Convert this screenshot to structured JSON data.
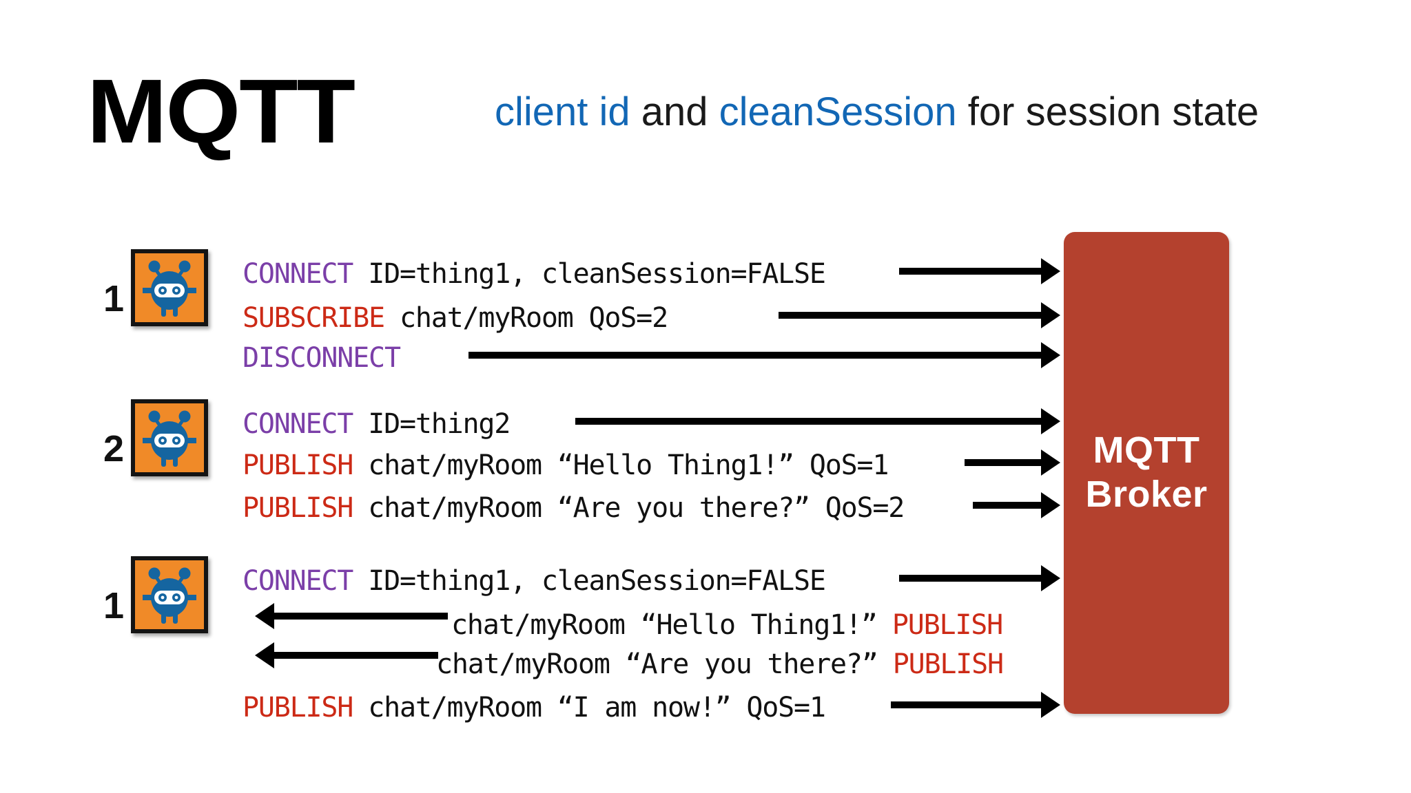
{
  "slide": {
    "title": "MQTT",
    "subtitle": {
      "part1": "client id",
      "part2": " and ",
      "part3": "cleanSession",
      "part4": " for session state"
    }
  },
  "broker": {
    "line1": "MQTT",
    "line2": "Broker",
    "color": "#B4412E"
  },
  "colors": {
    "connect": "#7B3FA8",
    "publish": "#CC2A16",
    "subscribe": "#CC2A16",
    "accent_blue": "#1267B5",
    "robot_tile": "#F08A28",
    "robot_body": "#1565A0"
  },
  "groups": [
    {
      "number": "1",
      "device_icon": "robot-icon",
      "rows": [
        {
          "verb": "CONNECT",
          "verb_kind": "connect",
          "args": "ID=thing1, cleanSession=FALSE",
          "direction": "right"
        },
        {
          "verb": "SUBSCRIBE",
          "verb_kind": "subscribe",
          "args": "chat/myRoom  QoS=2",
          "direction": "right"
        },
        {
          "verb": "DISCONNECT",
          "verb_kind": "connect",
          "args": "",
          "direction": "right"
        }
      ]
    },
    {
      "number": "2",
      "device_icon": "robot-icon",
      "rows": [
        {
          "verb": "CONNECT",
          "verb_kind": "connect",
          "args": "ID=thing2",
          "direction": "right"
        },
        {
          "verb": "PUBLISH",
          "verb_kind": "publish",
          "args": "chat/myRoom “Hello Thing1!” QoS=1",
          "direction": "right"
        },
        {
          "verb": "PUBLISH",
          "verb_kind": "publish",
          "args": "chat/myRoom “Are you there?” QoS=2",
          "direction": "right"
        }
      ]
    },
    {
      "number": "1",
      "device_icon": "robot-icon",
      "rows": [
        {
          "verb": "CONNECT",
          "verb_kind": "connect",
          "args": "ID=thing1, cleanSession=FALSE",
          "direction": "right"
        },
        {
          "verb": "PUBLISH",
          "verb_kind": "publish",
          "args": "chat/myRoom “Hello Thing1!”",
          "direction": "left"
        },
        {
          "verb": "PUBLISH",
          "verb_kind": "publish",
          "args": "chat/myRoom “Are you there?”",
          "direction": "left"
        },
        {
          "verb": "PUBLISH",
          "verb_kind": "publish",
          "args": "chat/myRoom “I am now!” QoS=1",
          "direction": "right"
        }
      ]
    }
  ]
}
